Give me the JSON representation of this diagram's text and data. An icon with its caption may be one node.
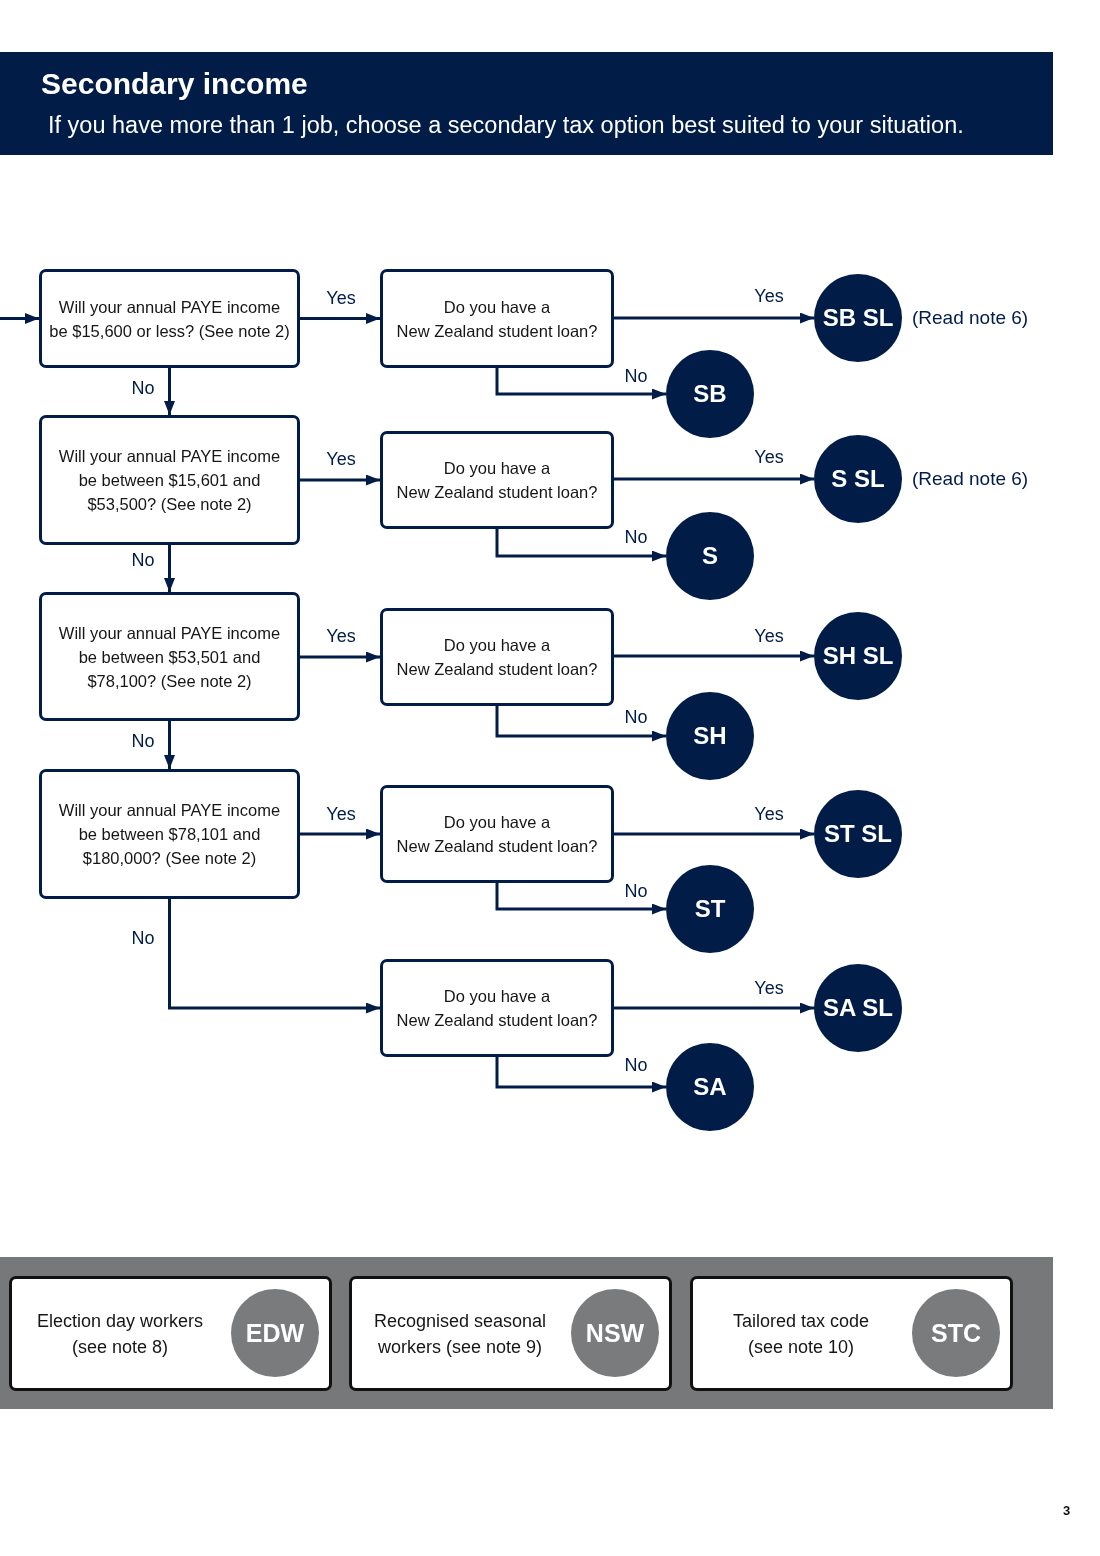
{
  "diagram": {
    "title": "Secondary income",
    "nodes": [
      {
        "text": [
          "Will your annual PAYE income be $15,600 or less? (See note 2)"
        ]
      },
      {
        "text": [
          "Do you have a New Zealand student loan?"
        ]
      },
      {
        "text": [
          "SB SL"
        ],
        "beside": [
          "(Read note 6)"
        ]
      },
      {
        "text": [
          "SB"
        ]
      },
      {
        "text": [
          "Will your annual PAYE income be between $15,601 and $53,500? (See note 2)"
        ]
      },
      {
        "text": [
          "Do you have a New Zealand student loan?"
        ]
      },
      {
        "text": [
          "S SL"
        ],
        "beside": [
          "(Read note 6)"
        ]
      },
      {
        "text": [
          "S"
        ]
      },
      {
        "text": [
          "Will your annual PAYE income be between $53,501 and $78,100? (See note 2)"
        ]
      },
      {
        "text": [
          "Do you have a New Zealand student loan?"
        ]
      },
      {
        "text": [
          "SH SL"
        ]
      },
      {
        "text": [
          "SH"
        ]
      },
      {
        "text": [
          "Will your annual PAYE income be between $78,101 and $180,000? (See note 2)"
        ]
      },
      {
        "text": [
          "Do you have a New Zealand student loan?"
        ]
      },
      {
        "text": [
          "ST SL"
        ]
      },
      {
        "text": [
          "ST"
        ]
      },
      {
        "text": [
          "Do you have a New Zealand student loan?"
        ]
      },
      {
        "text": [
          "SA SL"
        ]
      },
      {
        "text": [
          "SA"
        ]
      },
      {
        "text": [],
        "shape": "box"
      },
      {
        "text": [
          "Election day workers (see note 8)"
        ],
        "in": 19
      },
      {
        "text": [
          "EDW"
        ],
        "in": 20
      },
      {
        "text": [
          "Recognised seasonal workers (see note 9)"
        ],
        "in": 19
      },
      {
        "text": [
          "NSW"
        ],
        "in": 22
      },
      {
        "text": [
          "Tailored tax code (see note 10)"
        ],
        "in": 19
      },
      {
        "text": [
          "STC"
        ],
        "in": 24
      }
    ],
    "edges": [
      {
        "from": null,
        "to": 0,
        "arrow": "to"
      },
      {
        "from": 0,
        "to": 1,
        "label": "Yes",
        "arrow": "to"
      },
      {
        "from": 1,
        "to": 2,
        "label": "Yes",
        "arrow": "to"
      },
      {
        "from": 1,
        "to": 3,
        "label": "No",
        "arrow": "to"
      },
      {
        "from": 0,
        "to": 4,
        "label": "No",
        "arrow": "to"
      },
      {
        "from": 4,
        "to": 5,
        "label": "Yes",
        "arrow": "to"
      },
      {
        "from": 5,
        "to": 6,
        "label": "Yes",
        "arrow": "to"
      },
      {
        "from": 5,
        "to": 7,
        "label": "No",
        "arrow": "to"
      },
      {
        "from": 4,
        "to": 8,
        "label": "No",
        "arrow": "to"
      },
      {
        "from": 8,
        "to": 9,
        "label": "Yes",
        "arrow": "to"
      },
      {
        "from": 9,
        "to": 10,
        "label": "Yes",
        "arrow": "to"
      },
      {
        "from": 9,
        "to": 11,
        "label": "No",
        "arrow": "to"
      },
      {
        "from": 8,
        "to": 12,
        "label": "No",
        "arrow": "to"
      },
      {
        "from": 12,
        "to": 13,
        "label": "Yes",
        "arrow": "to"
      },
      {
        "from": 13,
        "to": 14,
        "label": "Yes",
        "arrow": "to"
      },
      {
        "from": 13,
        "to": 15,
        "label": "No",
        "arrow": "to"
      },
      {
        "from": 12,
        "to": 16,
        "label": "No",
        "arrow": "to"
      },
      {
        "from": 16,
        "to": 17,
        "label": "Yes",
        "arrow": "to"
      },
      {
        "from": 16,
        "to": 18,
        "label": "No",
        "arrow": "to"
      }
    ],
    "labels": [
      "If you have more than 1 job, choose a secondary tax option best suited to your situation.",
      "3"
    ]
  }
}
